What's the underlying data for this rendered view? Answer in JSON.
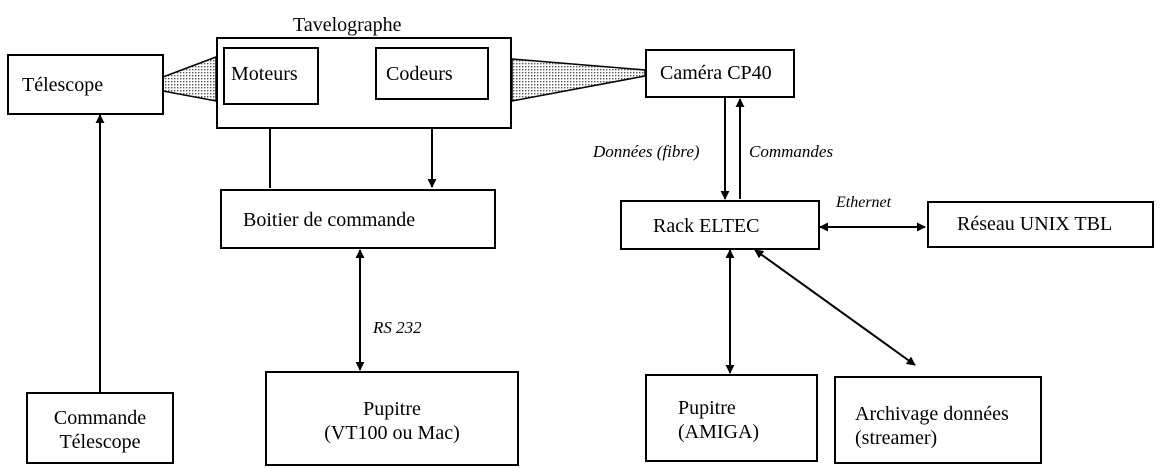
{
  "nodes": {
    "telescope": "Télescope",
    "tavelographe": "Tavelographe",
    "moteurs": "Moteurs",
    "codeurs": "Codeurs",
    "camera": "Caméra CP40",
    "boitier": "Boitier de commande",
    "rack": "Rack ELTEC",
    "reseau": "Réseau UNIX TBL",
    "cmd_telescope_1": "Commande",
    "cmd_telescope_2": "Télescope",
    "pupitre_vt_1": "Pupitre",
    "pupitre_vt_2": "(VT100 ou Mac)",
    "pupitre_amiga_1": "Pupitre",
    "pupitre_amiga_2": "(AMIGA)",
    "archivage_1": "Archivage données",
    "archivage_2": "(streamer)"
  },
  "edges": {
    "donnees": "Données (fibre)",
    "commandes": "Commandes",
    "ethernet": "Ethernet",
    "rs232": "RS 232"
  }
}
